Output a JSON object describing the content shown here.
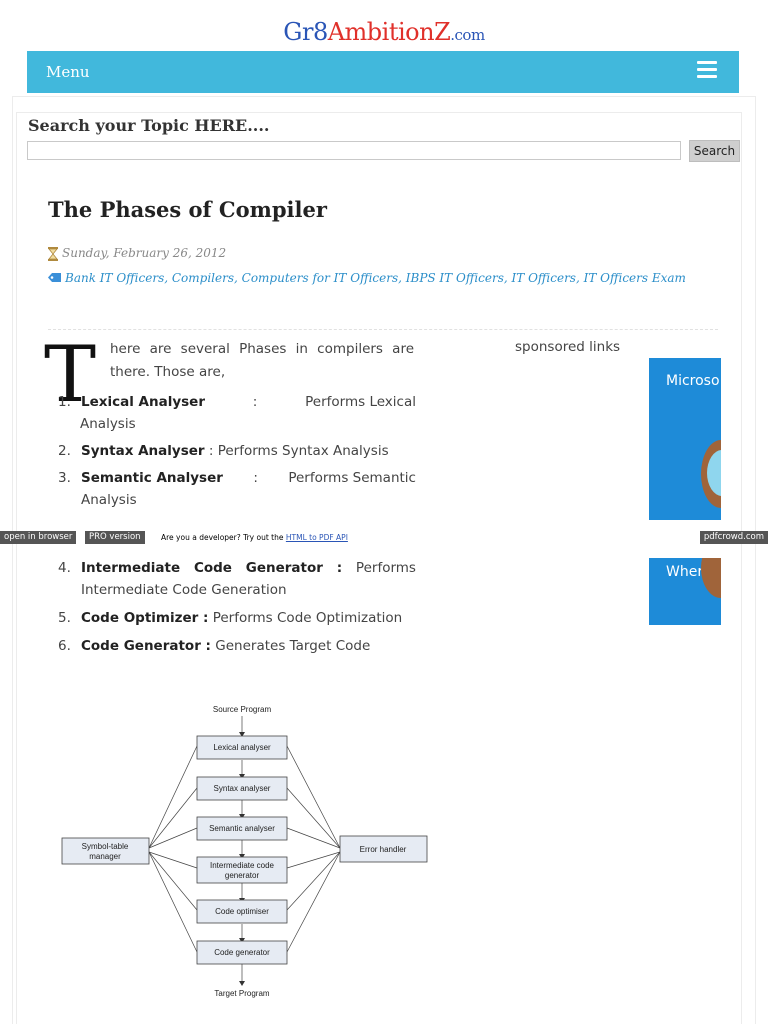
{
  "site": {
    "logo_part1": "Gr8",
    "logo_part2": "AmbitionZ",
    "logo_part3": ".com"
  },
  "nav": {
    "menu_label": "Menu",
    "hamburger_icon": "hamburger-menu-icon"
  },
  "search": {
    "title": "Search your Topic HERE....",
    "input_value": "",
    "button_label": "Search"
  },
  "post": {
    "title": "The Phases of Compiler",
    "date": "Sunday, February 26, 2012",
    "categories": "Bank IT Officers, Compilers, Computers for IT Officers, IBPS IT Officers, IT Officers, IT Officers Exam",
    "dropcap": "T",
    "intro": "here are several Phases in compilers are there. Those are,",
    "steps": [
      {
        "num": "1.",
        "name": "Lexical Analyser",
        "sep": ":",
        "desc": "Performs Lexical Analysis"
      },
      {
        "num": "2.",
        "name": "Syntax Analyser",
        "sep": ":",
        "desc": "Performs Syntax Analysis"
      },
      {
        "num": "3.",
        "name": "Semantic Analyser",
        "sep": ":",
        "desc": "Performs Semantic Analysis"
      },
      {
        "num": "4.",
        "name": "Intermediate Code Generator :",
        "sep": "",
        "desc": "Performs Intermediate Code Generation"
      },
      {
        "num": "5.",
        "name": "Code Optimizer :",
        "sep": "",
        "desc": "Performs Code Optimization"
      },
      {
        "num": "6.",
        "name": "Code Generator :",
        "sep": "",
        "desc": "Generates Target Code"
      }
    ]
  },
  "sidebar": {
    "sponsored_label": "sponsored links",
    "ad_top_text": "Microso",
    "ad_bottom_text": "Where ho"
  },
  "pdfcrowd": {
    "open_label": "open in browser",
    "pro_label": "PRO version",
    "dev_text": "Are you a developer? Try out the",
    "api_link": "HTML to PDF API",
    "brand": "pdfcrowd.com"
  },
  "diagram": {
    "source": "Source Program",
    "target": "Target Program",
    "phases": [
      "Lexical analyser",
      "Syntax analyser",
      "Semantic analyser",
      "Intermediate code",
      "generator",
      "Code optimiser",
      "Code generator"
    ],
    "symbol_table_line1": "Symbol-table",
    "symbol_table_line2": "manager",
    "error_handler": "Error handler"
  },
  "colors": {
    "menu_bar": "#41b8dc",
    "link": "#2b8ec9",
    "ad_blue": "#1e8bd8"
  }
}
